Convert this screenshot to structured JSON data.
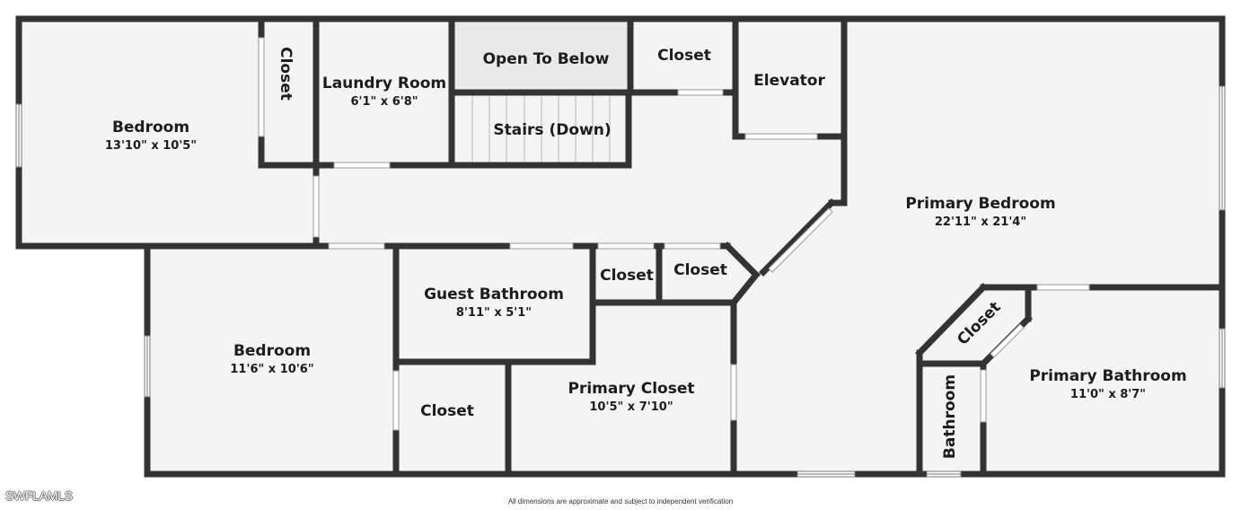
{
  "rooms": {
    "bedroom_1": {
      "name": "Bedroom",
      "dims": "13'10\" x 10'5\""
    },
    "closet_1": {
      "name": "Closet"
    },
    "laundry": {
      "name": "Laundry Room",
      "dims": "6'1\" x 6'8\""
    },
    "open_below": {
      "name": "Open To Below"
    },
    "stairs": {
      "name": "Stairs (Down)"
    },
    "closet_2": {
      "name": "Closet"
    },
    "elevator": {
      "name": "Elevator"
    },
    "primary_bedroom": {
      "name": "Primary Bedroom",
      "dims": "22'11\" x 21'4\""
    },
    "bedroom_2": {
      "name": "Bedroom",
      "dims": "11'6\" x 10'6\""
    },
    "guest_bath": {
      "name": "Guest Bathroom",
      "dims": "8'11\" x 5'1\""
    },
    "closet_3": {
      "name": "Closet"
    },
    "closet_4": {
      "name": "Closet"
    },
    "closet_5": {
      "name": "Closet"
    },
    "primary_closet": {
      "name": "Primary Closet",
      "dims": "10'5\" x 7'10\""
    },
    "closet_6": {
      "name": "Closet"
    },
    "bathroom": {
      "name": "Bathroom"
    },
    "primary_bath": {
      "name": "Primary Bathroom",
      "dims": "11'0\" x 8'7\""
    }
  },
  "footer_note": "All dimensions are approximate and subject to independent verification",
  "watermark": "SWFLAMLS",
  "colors": {
    "wall": "#333333",
    "floor": "#f4f4f4",
    "open_area": "#e9e9e9",
    "window": "#ffffff"
  }
}
